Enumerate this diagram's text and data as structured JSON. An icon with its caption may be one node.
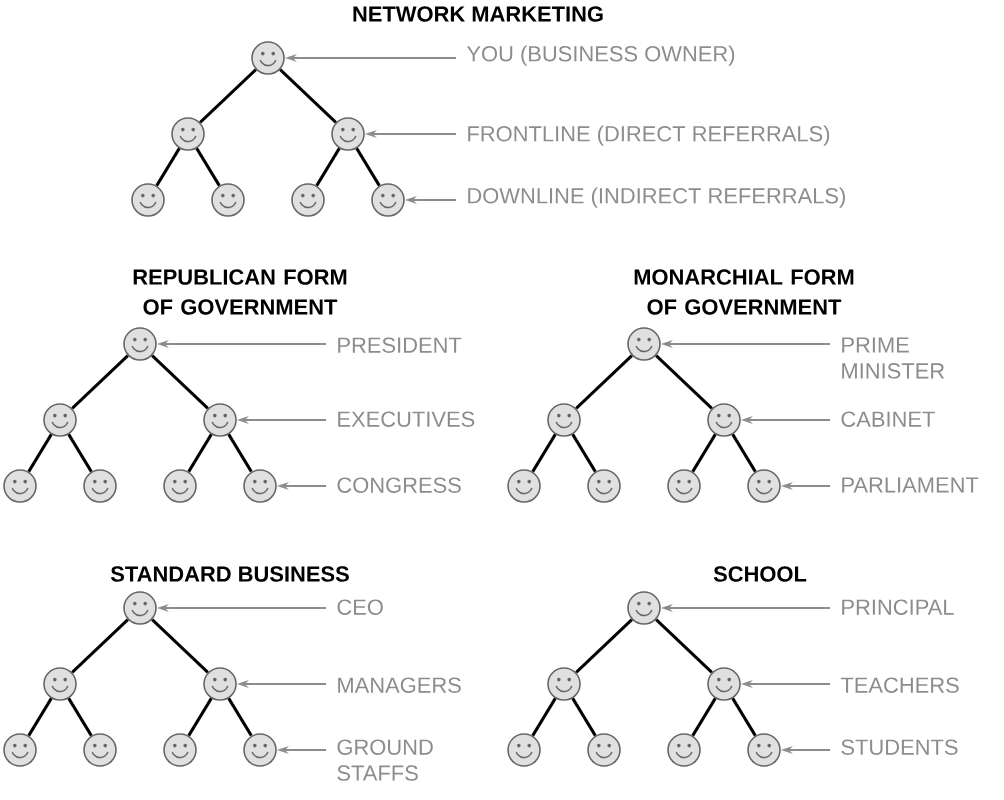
{
  "diagram": {
    "nodes": [
      {
        "text": [],
        "shape": "smiley"
      },
      {
        "text": [],
        "shape": "smiley"
      },
      {
        "text": [],
        "shape": "smiley"
      },
      {
        "text": [],
        "shape": "smiley"
      },
      {
        "text": [],
        "shape": "smiley"
      },
      {
        "text": [],
        "shape": "smiley"
      },
      {
        "text": [],
        "shape": "smiley"
      },
      {
        "text": [
          "YOU (BUSINESS OWNER)"
        ]
      },
      {
        "text": [
          "FRONTLINE (DIRECT REFERRALS)"
        ]
      },
      {
        "text": [
          "DOWNLINE (INDIRECT REFERRALS)"
        ]
      },
      {
        "text": [],
        "shape": "smiley"
      },
      {
        "text": [],
        "shape": "smiley"
      },
      {
        "text": [],
        "shape": "smiley"
      },
      {
        "text": [],
        "shape": "smiley"
      },
      {
        "text": [],
        "shape": "smiley"
      },
      {
        "text": [],
        "shape": "smiley"
      },
      {
        "text": [],
        "shape": "smiley"
      },
      {
        "text": [
          "PRESIDENT"
        ]
      },
      {
        "text": [
          "EXECUTIVES"
        ]
      },
      {
        "text": [
          "CONGRESS"
        ]
      },
      {
        "text": [],
        "shape": "smiley"
      },
      {
        "text": [],
        "shape": "smiley"
      },
      {
        "text": [],
        "shape": "smiley"
      },
      {
        "text": [],
        "shape": "smiley"
      },
      {
        "text": [],
        "shape": "smiley"
      },
      {
        "text": [],
        "shape": "smiley"
      },
      {
        "text": [],
        "shape": "smiley"
      },
      {
        "text": [
          "PRIME MINISTER"
        ]
      },
      {
        "text": [
          "CABINET"
        ]
      },
      {
        "text": [
          "PARLIAMENT"
        ]
      },
      {
        "text": [],
        "shape": "smiley"
      },
      {
        "text": [],
        "shape": "smiley"
      },
      {
        "text": [],
        "shape": "smiley"
      },
      {
        "text": [],
        "shape": "smiley"
      },
      {
        "text": [],
        "shape": "smiley"
      },
      {
        "text": [],
        "shape": "smiley"
      },
      {
        "text": [],
        "shape": "smiley"
      },
      {
        "text": [
          "CEO"
        ]
      },
      {
        "text": [
          "MANAGERS"
        ]
      },
      {
        "text": [
          "GROUND STAFFS"
        ]
      },
      {
        "text": [],
        "shape": "smiley"
      },
      {
        "text": [],
        "shape": "smiley"
      },
      {
        "text": [],
        "shape": "smiley"
      },
      {
        "text": [],
        "shape": "smiley"
      },
      {
        "text": [],
        "shape": "smiley"
      },
      {
        "text": [],
        "shape": "smiley"
      },
      {
        "text": [],
        "shape": "smiley"
      },
      {
        "text": [
          "PRINCIPAL"
        ]
      },
      {
        "text": [
          "TEACHERS"
        ]
      },
      {
        "text": [
          "STUDENTS"
        ]
      }
    ],
    "edges": [
      {
        "from": 0,
        "to": 1,
        "arrow": "none"
      },
      {
        "from": 0,
        "to": 2,
        "arrow": "none"
      },
      {
        "from": 1,
        "to": 3,
        "arrow": "none"
      },
      {
        "from": 1,
        "to": 4,
        "arrow": "none"
      },
      {
        "from": 2,
        "to": 5,
        "arrow": "none"
      },
      {
        "from": 2,
        "to": 6,
        "arrow": "none"
      },
      {
        "from": 7,
        "to": 0,
        "arrow": "to",
        "color": "#8c8c8c"
      },
      {
        "from": 8,
        "to": 2,
        "arrow": "to",
        "color": "#8c8c8c"
      },
      {
        "from": 9,
        "to": 6,
        "arrow": "to",
        "color": "#8c8c8c"
      },
      {
        "from": 10,
        "to": 11,
        "arrow": "none"
      },
      {
        "from": 10,
        "to": 12,
        "arrow": "none"
      },
      {
        "from": 11,
        "to": 13,
        "arrow": "none"
      },
      {
        "from": 11,
        "to": 14,
        "arrow": "none"
      },
      {
        "from": 12,
        "to": 15,
        "arrow": "none"
      },
      {
        "from": 12,
        "to": 16,
        "arrow": "none"
      },
      {
        "from": 17,
        "to": 10,
        "arrow": "to",
        "color": "#8c8c8c"
      },
      {
        "from": 18,
        "to": 12,
        "arrow": "to",
        "color": "#8c8c8c"
      },
      {
        "from": 19,
        "to": 16,
        "arrow": "to",
        "color": "#8c8c8c"
      },
      {
        "from": 20,
        "to": 21,
        "arrow": "none"
      },
      {
        "from": 20,
        "to": 22,
        "arrow": "none"
      },
      {
        "from": 21,
        "to": 23,
        "arrow": "none"
      },
      {
        "from": 21,
        "to": 24,
        "arrow": "none"
      },
      {
        "from": 22,
        "to": 25,
        "arrow": "none"
      },
      {
        "from": 22,
        "to": 26,
        "arrow": "none"
      },
      {
        "from": 27,
        "to": 20,
        "arrow": "to",
        "color": "#8c8c8c"
      },
      {
        "from": 28,
        "to": 22,
        "arrow": "to",
        "color": "#8c8c8c"
      },
      {
        "from": 29,
        "to": 26,
        "arrow": "to",
        "color": "#8c8c8c"
      },
      {
        "from": 30,
        "to": 31,
        "arrow": "none"
      },
      {
        "from": 30,
        "to": 32,
        "arrow": "none"
      },
      {
        "from": 31,
        "to": 33,
        "arrow": "none"
      },
      {
        "from": 31,
        "to": 34,
        "arrow": "none"
      },
      {
        "from": 32,
        "to": 35,
        "arrow": "none"
      },
      {
        "from": 32,
        "to": 36,
        "arrow": "none"
      },
      {
        "from": 37,
        "to": 30,
        "arrow": "to",
        "color": "#8c8c8c"
      },
      {
        "from": 38,
        "to": 32,
        "arrow": "to",
        "color": "#8c8c8c"
      },
      {
        "from": 39,
        "to": 36,
        "arrow": "to",
        "color": "#8c8c8c"
      },
      {
        "from": 40,
        "to": 41,
        "arrow": "none"
      },
      {
        "from": 40,
        "to": 42,
        "arrow": "none"
      },
      {
        "from": 41,
        "to": 43,
        "arrow": "none"
      },
      {
        "from": 41,
        "to": 44,
        "arrow": "none"
      },
      {
        "from": 42,
        "to": 45,
        "arrow": "none"
      },
      {
        "from": 42,
        "to": 46,
        "arrow": "none"
      },
      {
        "from": 47,
        "to": 40,
        "arrow": "to",
        "color": "#8c8c8c"
      },
      {
        "from": 48,
        "to": 42,
        "arrow": "to",
        "color": "#8c8c8c"
      },
      {
        "from": 49,
        "to": 46,
        "arrow": "to",
        "color": "#8c8c8c"
      }
    ],
    "labels": [
      "NETWORK MARKETING",
      "REPUBLICAN FORM OF GOVERNMENT",
      "MONARCHIAL FORM OF GOVERNMENT",
      "STANDARD BUSINESS",
      "SCHOOL"
    ]
  }
}
